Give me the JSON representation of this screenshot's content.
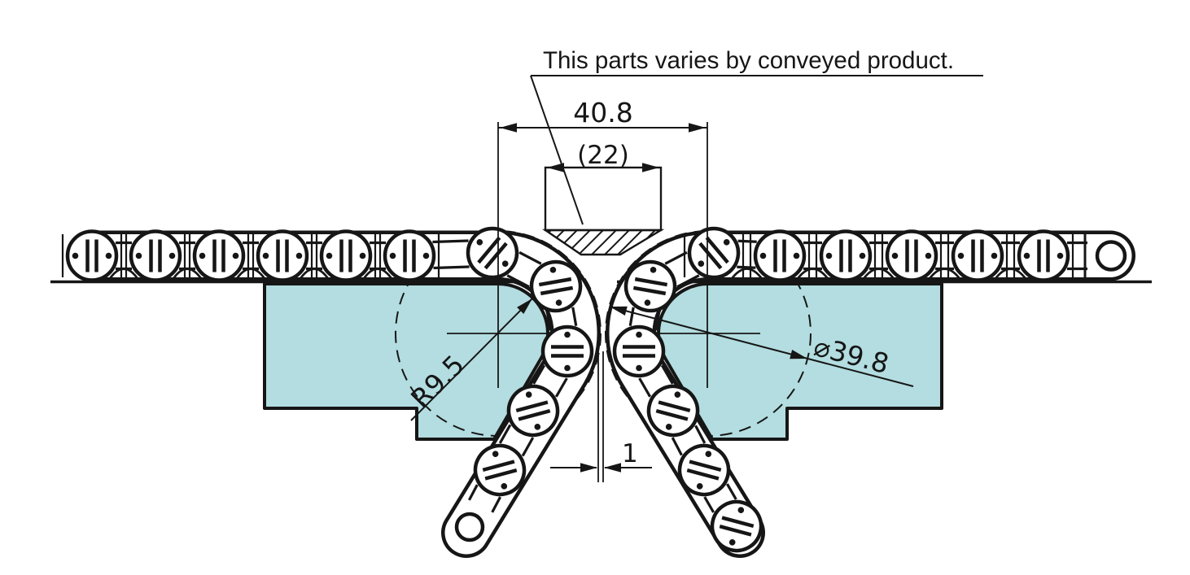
{
  "annotation": {
    "note": "This parts varies by conveyed product."
  },
  "dimensions": {
    "center_distance": "40.8",
    "product_width": "(22)",
    "guide_radius": "R9.5",
    "bend_diameter": "⌀39.8",
    "chain_gap": "1"
  },
  "colors": {
    "guide_fill": "#b3dde0",
    "line": "#161616",
    "background": "#ffffff"
  }
}
